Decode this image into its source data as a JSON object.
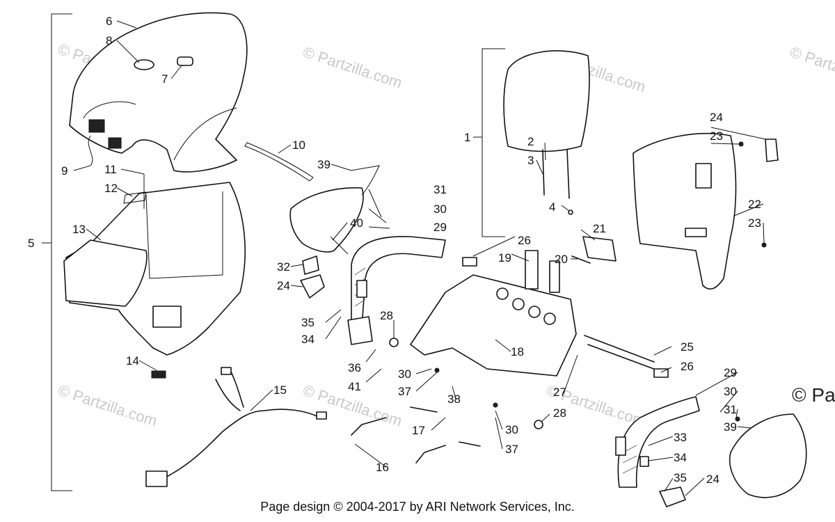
{
  "watermark": {
    "text": "© Partzilla.com",
    "edge_text": "© Par"
  },
  "footer": "Page design © 2004-2017 by ARI Network Services, Inc.",
  "callouts": [
    "1",
    "2",
    "3",
    "4",
    "5",
    "6",
    "7",
    "8",
    "9",
    "10",
    "11",
    "12",
    "13",
    "14",
    "15",
    "16",
    "17",
    "18",
    "19",
    "20",
    "21",
    "22",
    "23",
    "23",
    "24",
    "24",
    "24",
    "25",
    "26",
    "26",
    "27",
    "28",
    "28",
    "29",
    "29",
    "30",
    "30",
    "30",
    "30",
    "31",
    "31",
    "32",
    "33",
    "34",
    "34",
    "35",
    "35",
    "36",
    "37",
    "37",
    "38",
    "39",
    "39",
    "40",
    "41"
  ]
}
